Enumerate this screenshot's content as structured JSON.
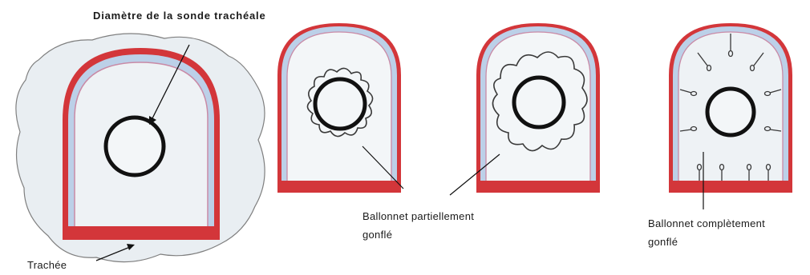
{
  "labels": {
    "tube_diameter": "Diamètre de la sonde trachéale",
    "trachea": "Trachée",
    "partial_line1": "Ballonnet partiellement",
    "partial_line2": "gonflé",
    "complete_line1": "Ballonnet complètement",
    "complete_line2": "gonflé"
  },
  "colors": {
    "tissue_fill": "#e9eef2",
    "tissue_edge": "#7f7f7f",
    "outer_wall": "#d3363a",
    "mucosa": "#bcd0e8",
    "inner_line": "#c98aa6",
    "lumen": "#f3f6f8",
    "tube": "#111111",
    "cuff": "#3a3a3a"
  }
}
